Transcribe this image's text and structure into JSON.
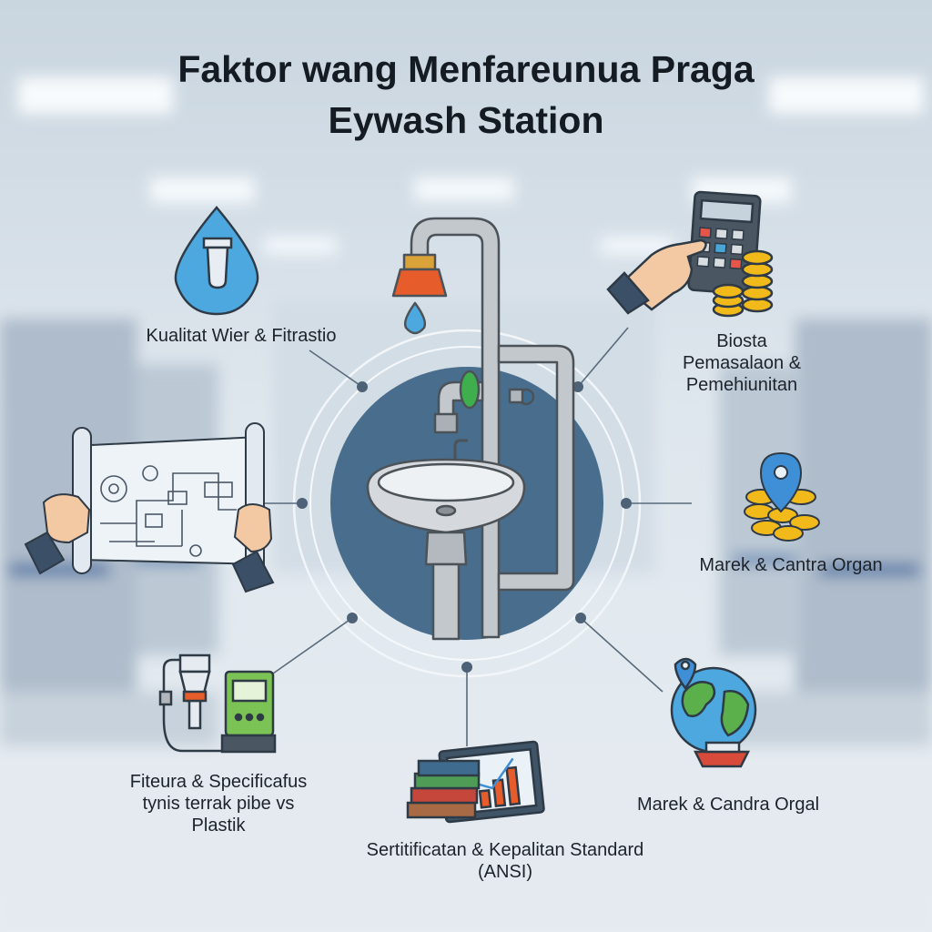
{
  "title": {
    "line1": "Faktor wang Menfareunua Praga",
    "line2": "Eywash Station"
  },
  "factors": {
    "water_quality": {
      "label": "Kualitat Wier & Fitrastio",
      "icon": "water-filter-icon"
    },
    "cost": {
      "lines": [
        "Biosta",
        "Pemasalaon &",
        "Pemehiunitan"
      ],
      "icon": "calculator-coins-icon"
    },
    "design": {
      "icon": "blueprint-icon"
    },
    "brand": {
      "label": "Marek & Cantra Organ",
      "icon": "location-coins-icon"
    },
    "features": {
      "lines": [
        "Fiteura & Specificafus",
        "tynis terrak pibe vs",
        "Plastik"
      ],
      "icon": "filter-unit-icon"
    },
    "global": {
      "label": "Marek & Candra Orgal",
      "icon": "globe-ship-icon"
    },
    "certification": {
      "lines": [
        "Sertitificatan & Kepalitan Standard",
        "(ANSI)"
      ],
      "icon": "books-chart-icon"
    }
  },
  "center": {
    "icon": "eyewash-station-icon"
  },
  "colors": {
    "center_disc": "#496d8c",
    "pipe": "#b9bec3",
    "nozzle": "#e65c2a",
    "valve": "#3fae4c",
    "water": "#4ea8e0",
    "coin": "#f2b91b",
    "line": "#5a6b7b"
  }
}
